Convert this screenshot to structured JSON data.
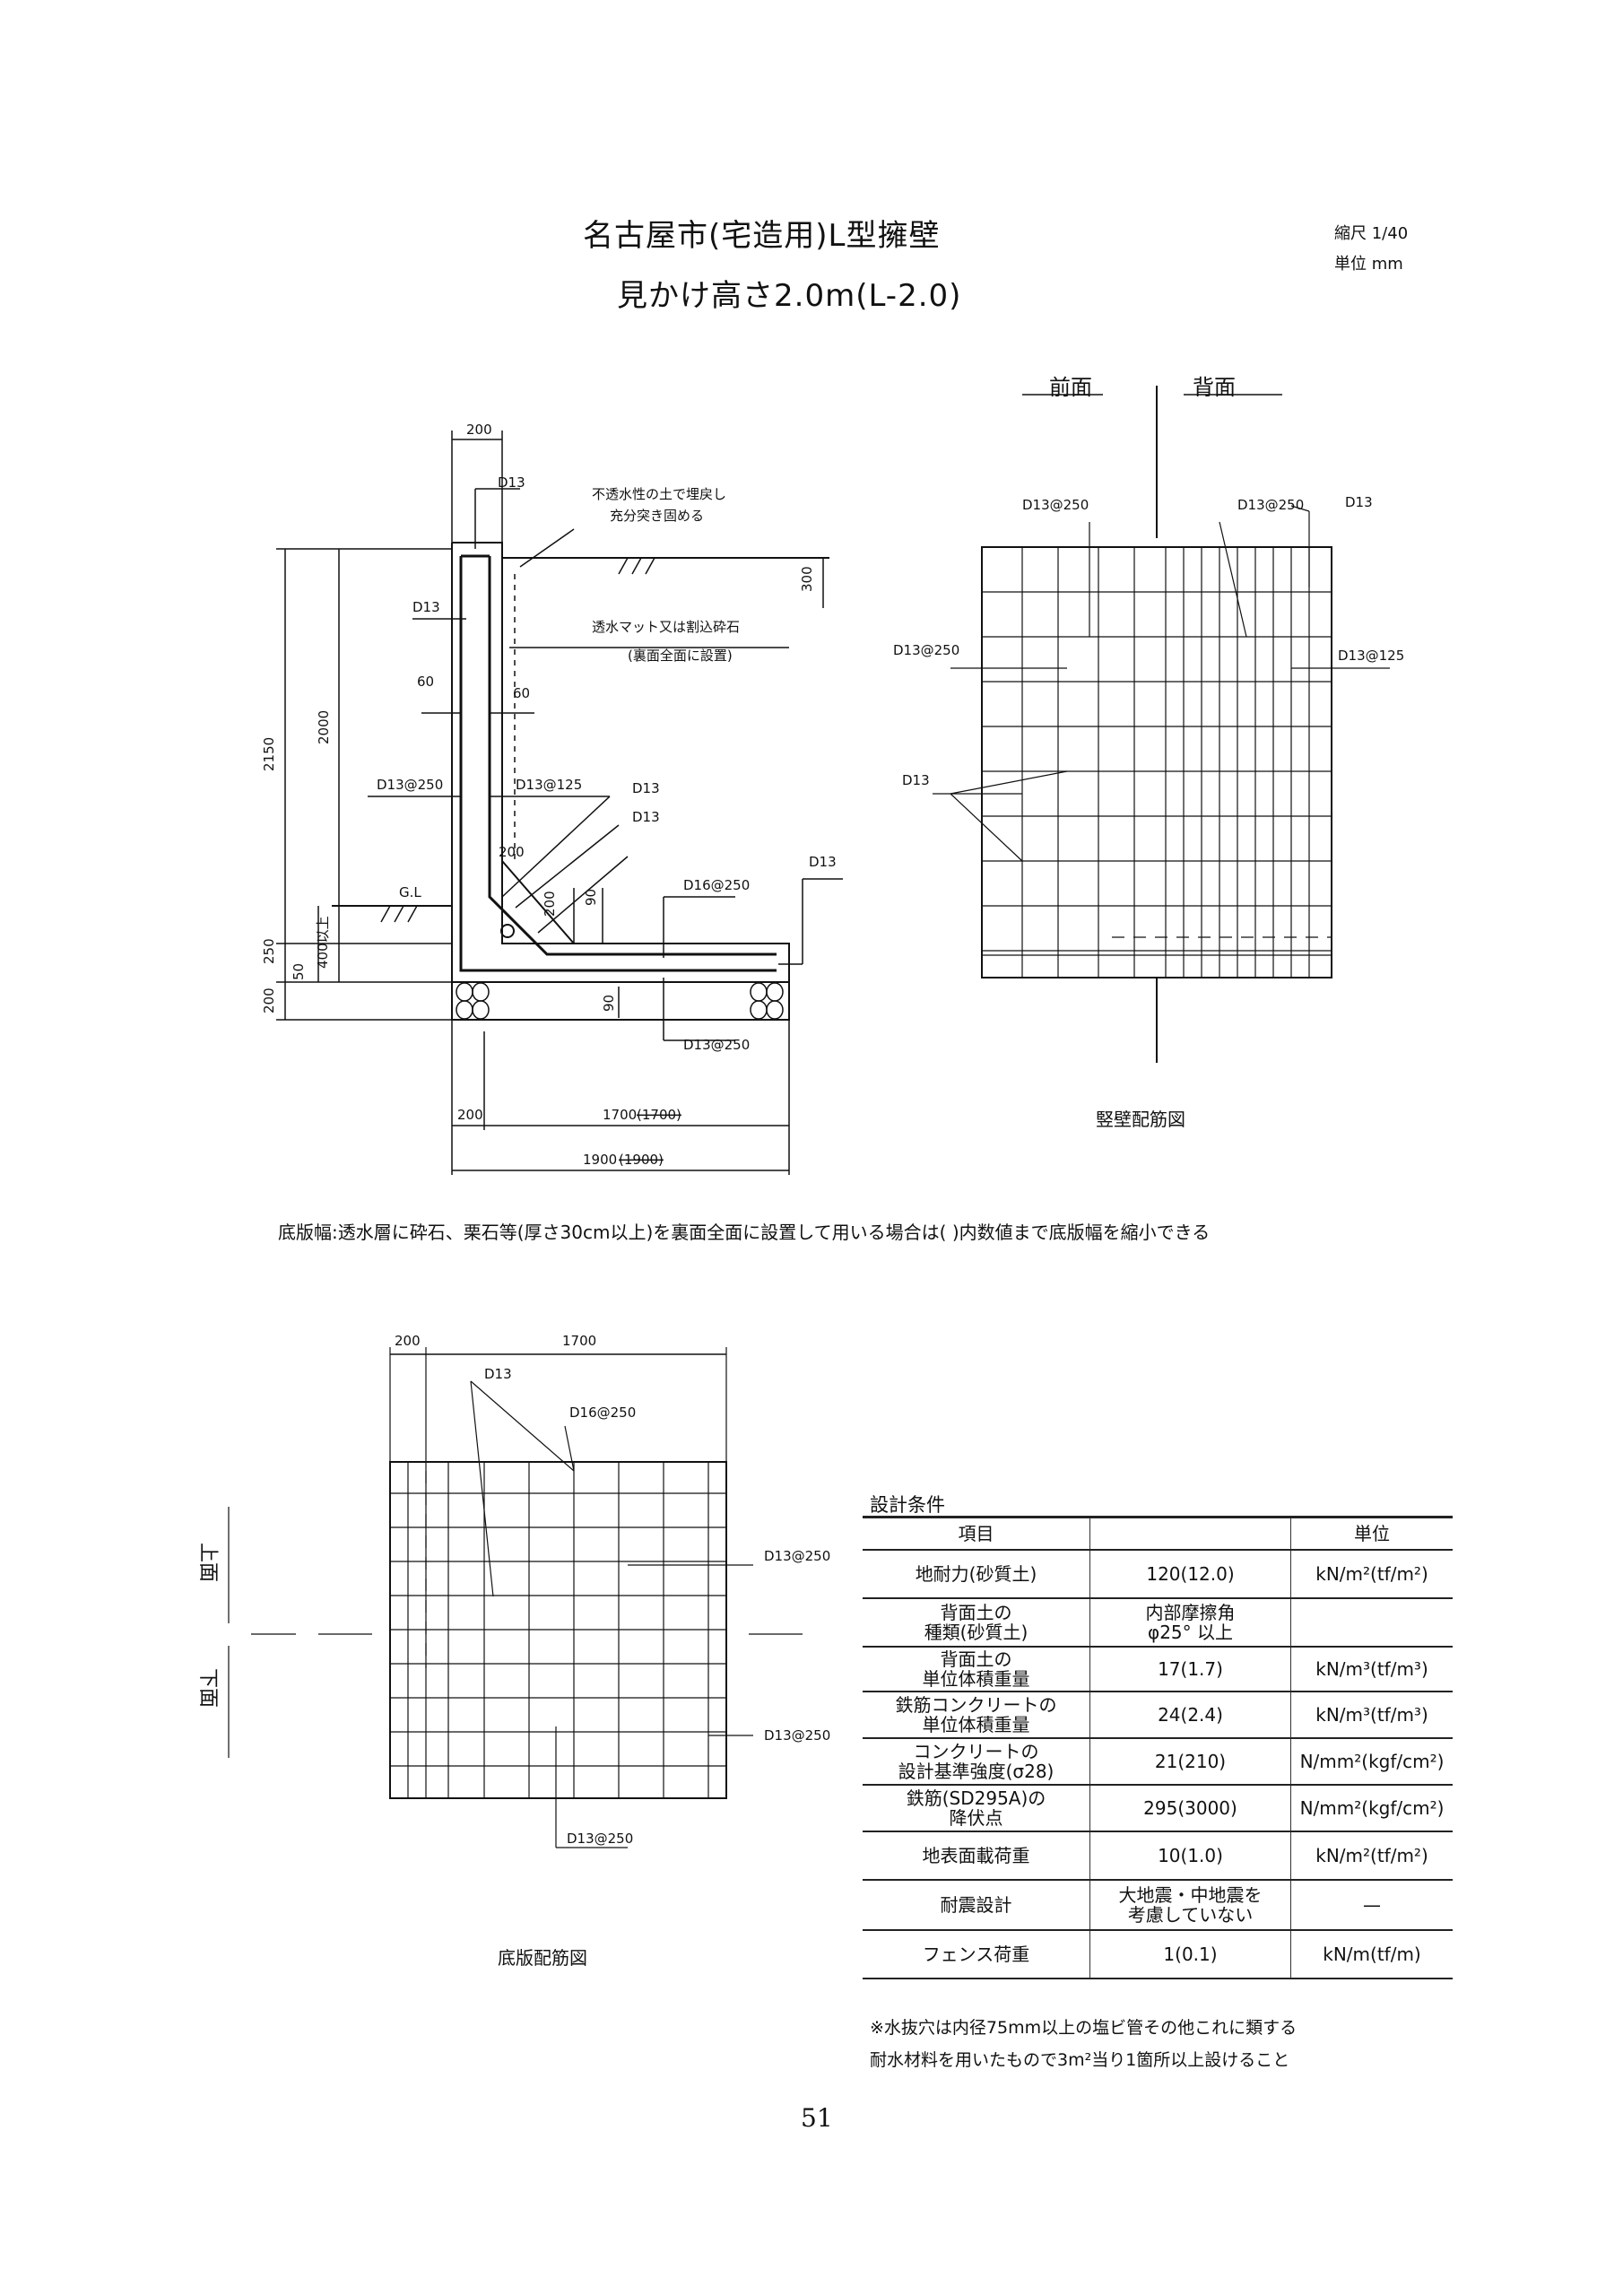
{
  "title_line1": "名古屋市(宅造用)L型擁壁",
  "title_line2": "見かけ高さ2.0m(L-2.0)",
  "scale_label": "縮尺 1/40",
  "unit_label": "単位 mm",
  "section_labels": {
    "top_width": "200",
    "d13_top": "D13",
    "backfill_note1": "不透水性の土で埋戻し",
    "backfill_note2": "充分突き固める",
    "dim_300": "300",
    "drain_note1": "透水マット又は割込砕石",
    "drain_note2": "(裏面全面に設置)",
    "d13_left": "D13",
    "dim_60a": "60",
    "dim_60b": "60",
    "dim_2150": "2150",
    "dim_2000": "2000",
    "d13_250": "D13@250",
    "d13_125": "D13@125",
    "d13_a": "D13",
    "d13_b": "D13",
    "haunch_200": "200",
    "d13_c": "D13",
    "gl": "G.L",
    "d16_250": "D16@250",
    "dim_90a": "90",
    "dim_200v": "200",
    "dim_400": "400以上",
    "dim_250": "250",
    "dim_50": "50",
    "dim_200b": "200",
    "dim_90b": "90",
    "d13_250_bot": "D13@250",
    "dim_200h": "200",
    "dim_1700": "1700",
    "dim_1700_old": "(1700)",
    "dim_1900": "1900",
    "dim_1900_old": "(1900)"
  },
  "wall_labels": {
    "front": "前面",
    "back": "背面",
    "d13_250_left": "D13@250",
    "d13_250_right": "D13@250",
    "d13_top": "D13",
    "d13_250_side": "D13@250",
    "d13_125": "D13@125",
    "d13_mid": "D13",
    "caption": "竪壁配筋図"
  },
  "base_width_note": "底版幅:透水層に砕石、栗石等(厚さ30cm以上)を裏面全面に設置して用いる場合は( )内数値まで底版幅を縮小できる",
  "slab_labels": {
    "dim_200": "200",
    "dim_1700": "1700",
    "d13": "D13",
    "d16_250": "D16@250",
    "d13_250_a": "D13@250",
    "d13_250_b": "D13@250",
    "d13_250_c": "D13@250",
    "top_face": "上面",
    "bottom_face": "下面",
    "caption": "底版配筋図"
  },
  "design_conditions": {
    "heading": "設計条件",
    "col_item": "項目",
    "col_value": "",
    "col_unit": "単位",
    "rows": [
      {
        "item": "地耐力(砂質土)",
        "value": "120(12.0)",
        "unit": "kN/m²(tf/m²)"
      },
      {
        "item": "背面土の\n種類(砂質土)",
        "value": "内部摩擦角\nφ25° 以上",
        "unit": ""
      },
      {
        "item": "背面土の\n単位体積重量",
        "value": "17(1.7)",
        "unit": "kN/m³(tf/m³)"
      },
      {
        "item": "鉄筋コンクリートの\n単位体積重量",
        "value": "24(2.4)",
        "unit": "kN/m³(tf/m³)"
      },
      {
        "item": "コンクリートの\n設計基準強度(σ28)",
        "value": "21(210)",
        "unit": "N/mm²(kgf/cm²)"
      },
      {
        "item": "鉄筋(SD295A)の\n降伏点",
        "value": "295(3000)",
        "unit": "N/mm²(kgf/cm²)"
      },
      {
        "item": "地表面載荷重",
        "value": "10(1.0)",
        "unit": "kN/m²(tf/m²)"
      },
      {
        "item": "耐震設計",
        "value": "大地震・中地震を\n考慮していない",
        "unit": "—"
      },
      {
        "item": "フェンス荷重",
        "value": "1(0.1)",
        "unit": "kN/m(tf/m)"
      }
    ]
  },
  "drain_note1": "※水抜穴は内径75mm以上の塩ビ管その他これに類する",
  "drain_note2": "耐水材料を用いたもので3m²当り1箇所以上設けること",
  "page_number": "51"
}
